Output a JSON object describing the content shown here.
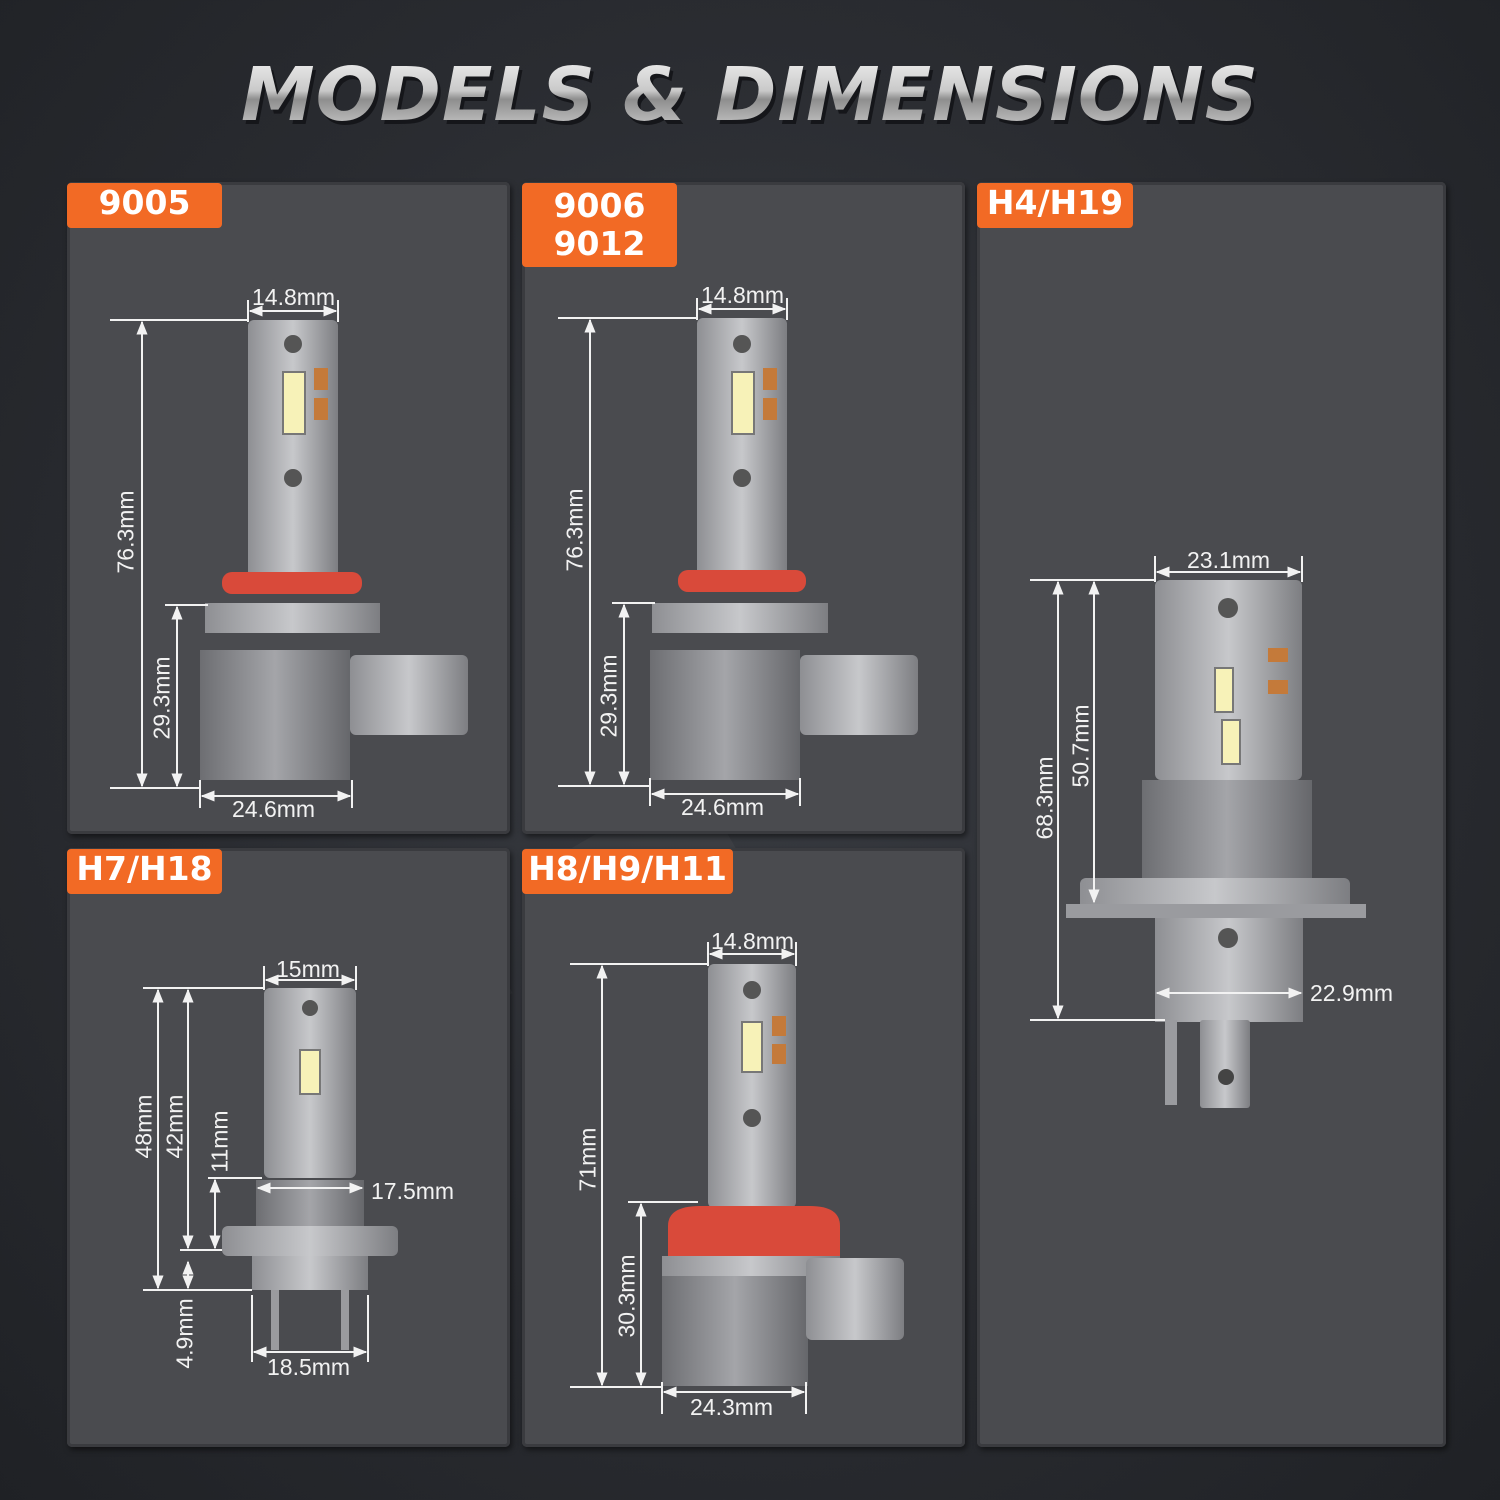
{
  "title": "MODELS & DIMENSIONS",
  "colors": {
    "badge": "#f26a25",
    "panel": "#4a4b4f",
    "background": "#2a2c31"
  },
  "panels": [
    {
      "badge_lines": [
        "9005"
      ],
      "dims": {
        "top_width": "14.8mm",
        "total_height": "76.3mm",
        "base_height": "29.3mm",
        "base_width": "24.6mm"
      }
    },
    {
      "badge_lines": [
        "9006",
        "9012"
      ],
      "dims": {
        "top_width": "14.8mm",
        "total_height": "76.3mm",
        "base_height": "29.3mm",
        "base_width": "24.6mm"
      }
    },
    {
      "badge_lines": [
        "H4/H19"
      ],
      "dims": {
        "top_width": "23.1mm",
        "total_height": "68.3mm",
        "body_height": "50.7mm",
        "base_width": "22.9mm"
      }
    },
    {
      "badge_lines": [
        "H7/H18"
      ],
      "dims": {
        "top_width": "15mm",
        "total_height": "48mm",
        "body_height": "42mm",
        "fin_height": "11mm",
        "fin_width": "17.5mm",
        "pin_height": "4.9mm",
        "pin_width": "18.5mm"
      }
    },
    {
      "badge_lines": [
        "H8/H9/H11"
      ],
      "dims": {
        "top_width": "14.8mm",
        "total_height": "71mm",
        "base_height": "30.3mm",
        "base_width": "24.3mm"
      }
    }
  ]
}
